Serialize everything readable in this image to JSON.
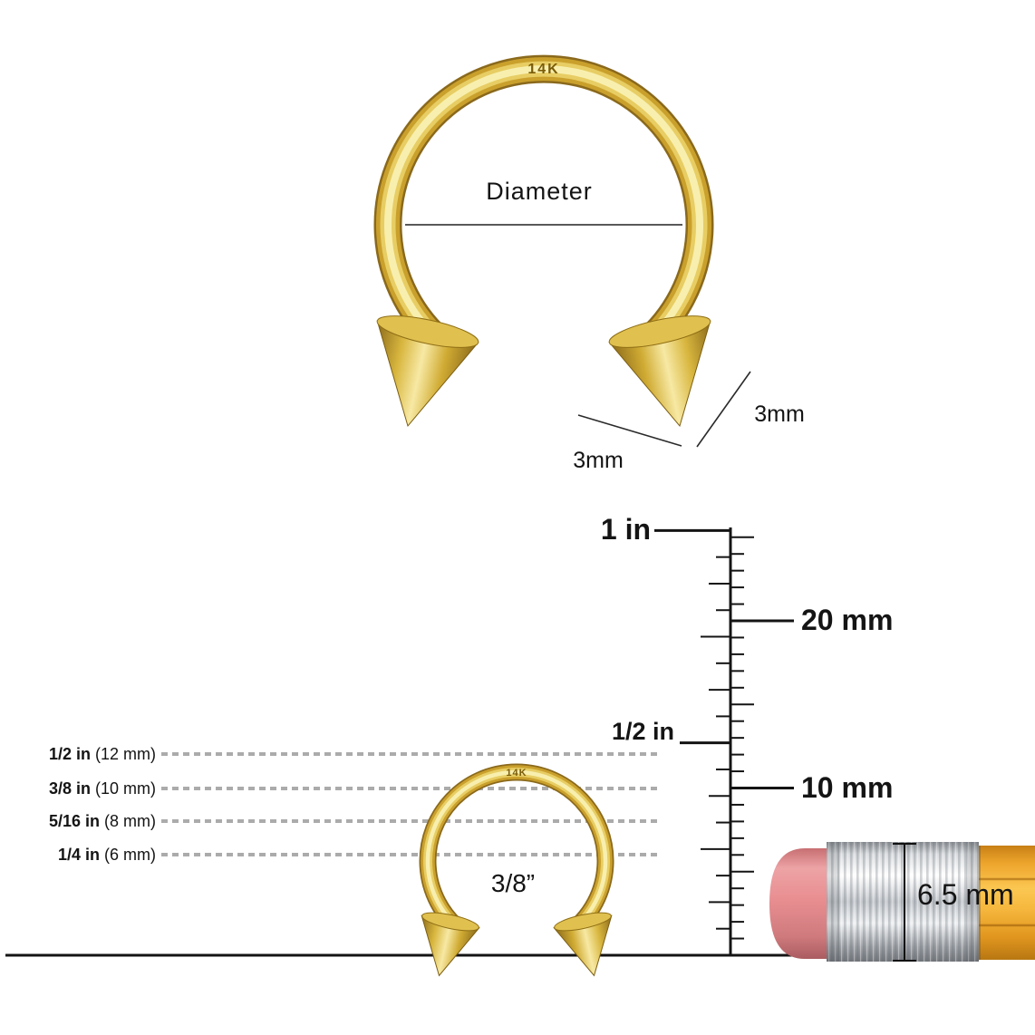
{
  "colors": {
    "gold": "#d4af37",
    "gold_dark": "#8a691c",
    "gold_light": "#f8efae",
    "dash_gray": "#ababab",
    "text": "#141414",
    "eraser_pink": "#e98f92",
    "pencil_wood": "#f6b83e"
  },
  "large_ring": {
    "stamp": "14K",
    "diameter_label": "Diameter",
    "spike_length_label": "3mm",
    "spike_width_label": "3mm"
  },
  "size_chart": {
    "rows": [
      {
        "size": "1/2 in",
        "metric": "(12 mm)",
        "mm": 12
      },
      {
        "size": "3/8 in",
        "metric": "(10 mm)",
        "mm": 10
      },
      {
        "size": "5/16 in",
        "metric": "(8 mm)",
        "mm": 8
      },
      {
        "size": "1/4 in",
        "metric": "(6 mm)",
        "mm": 6
      }
    ],
    "selected_size_label": "3/8”",
    "small_ring_stamp": "14K"
  },
  "ruler": {
    "inch_labels": [
      {
        "label": "1 in",
        "inches": 1
      },
      {
        "label": "1/2 in",
        "inches": 0.5
      }
    ],
    "mm_labels": [
      {
        "label": "20 mm",
        "mm": 20
      },
      {
        "label": "10 mm",
        "mm": 10
      }
    ],
    "inch_span": 1,
    "inch_subdivisions": 16,
    "mm_span": 25
  },
  "pencil": {
    "diameter_label": "6.5 mm"
  }
}
